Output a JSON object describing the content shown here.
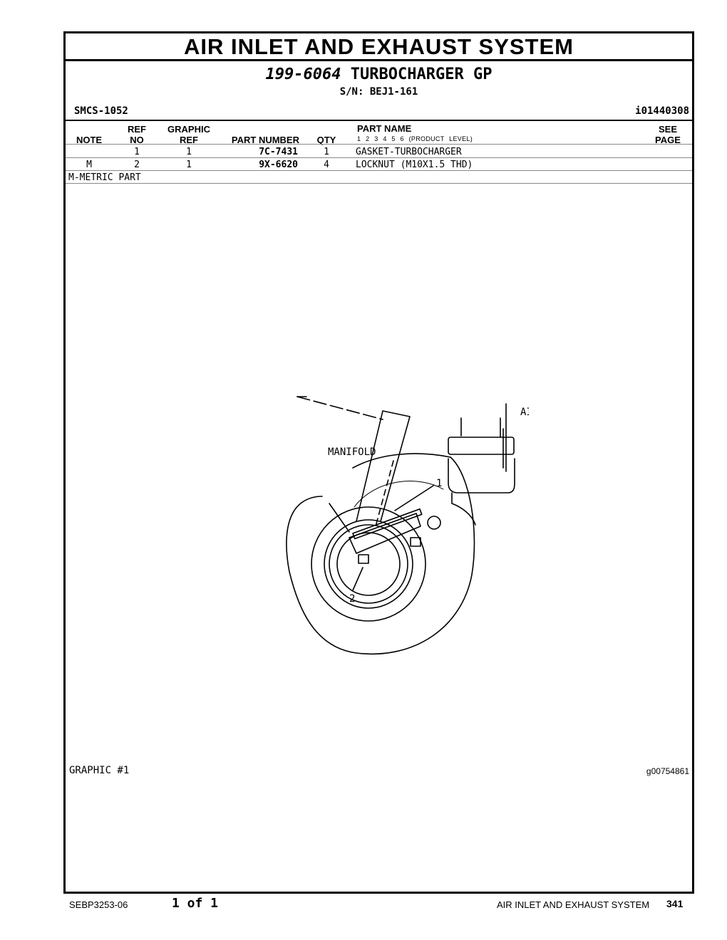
{
  "header": {
    "section_title": "AIR INLET AND EXHAUST SYSTEM",
    "group_number": "199-6064",
    "group_name": "TURBOCHARGER GP",
    "serial": "S/N: BEJ1-161",
    "smcs": "SMCS-1052",
    "illustration_id": "i01440308"
  },
  "table": {
    "columns": {
      "note": "NOTE",
      "ref_top": "REF",
      "ref_bottom": "NO",
      "graphic_top": "GRAPHIC",
      "graphic_bottom": "REF",
      "part_number": "PART NUMBER",
      "qty": "QTY",
      "part_name": "PART NAME",
      "levels": "1 2 3 4 5 6 (PRODUCT LEVEL)",
      "see_top": "SEE",
      "see_bottom": "PAGE"
    },
    "rows": [
      {
        "note": "",
        "ref": "1",
        "graphic": "1",
        "part_number": "7C-7431",
        "qty": "1",
        "part_name": "GASKET-TURBOCHARGER"
      },
      {
        "note": "M",
        "ref": "2",
        "graphic": "1",
        "part_number": "9X-6620",
        "qty": "4",
        "part_name": "LOCKNUT (M10X1.5 THD)"
      }
    ],
    "footnote": "M-METRIC PART"
  },
  "graphic": {
    "caption": "GRAPHIC #1",
    "id": "g00754861",
    "labels": {
      "air_pipe": "AIR PIPE",
      "manifold": "MANIFOLD",
      "callout_1": "1",
      "callout_2": "2"
    }
  },
  "footer": {
    "doc_number": "SEBP3253-06",
    "page_of": "1 of 1",
    "section": "AIR INLET AND EXHAUST SYSTEM",
    "page_number": "341"
  }
}
